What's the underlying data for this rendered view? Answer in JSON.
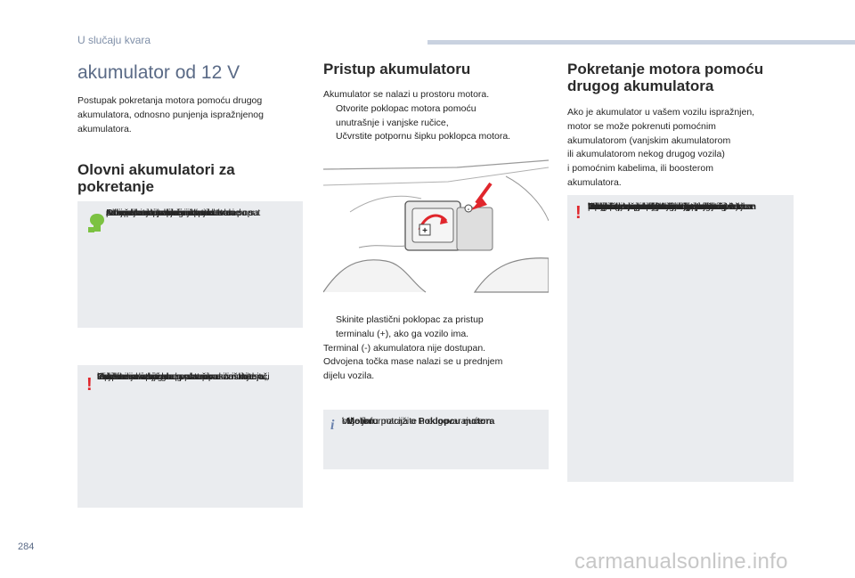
{
  "header": {
    "section": "U slučaju kvara"
  },
  "page_number": "284",
  "watermark": "carmanualsonline.info",
  "col1": {
    "title": "akumulator od 12 V",
    "intro": [
      "Postupak pokretanja motora pomoću drugog",
      "akumulatora, odnosno punjenja ispražnjenog",
      "akumulatora."
    ],
    "heading": [
      "Olovni akumulatori za",
      "pokretanje"
    ],
    "env_box": [
      "Akumulatori sadrže štetne tvari poput",
      "sumporne kiseline i olova.",
      "Oni se moraju zbrinjavati u skladu sa",
      "zakonskim propisima i nikako se ne",
      "smiju bacati u kućni otpad.",
      "Istrošene baterije i akumulatore",
      "odnesite na posebno mjesto za",
      "prikupljanje takvog otpada."
    ],
    "warn_box": [
      "Prije rukovanja akumulatorom zaštitite oči",
      "i lice.",
      "Prilikom svakog zahvata na akumulatoru,",
      "vozilo mora biti na prozračivanom mjestu,",
      "daleko od otvorenog plamena ili iskrenja,",
      "kako bi se izbjegla svaka opasnost od",
      "eksplozije i požara.",
      "Operite ruke nakon postupka."
    ]
  },
  "col2": {
    "heading": "Pristup akumulatoru",
    "intro": "Akumulator se nalazi u prostoru motora.",
    "bullets": [
      [
        "Otvorite poklopac motora pomoću",
        "unutrašnje i vanjske ručice,"
      ],
      [
        "Učvrstite potpornu šipku poklopca motora."
      ]
    ],
    "bullet_after": [
      "Skinite plastični poklopac za pristup",
      "terminalu (+), ako ga vozilo ima."
    ],
    "after_text": [
      "Terminal (-) akumulatora nije dostupan.",
      "Odvojena točka mase nalazi se u prednjem",
      "dijelu vozila."
    ],
    "info_prefix": "Više informacija o ",
    "info_bold1": "Poklopcu motora",
    "info_mid": "i ",
    "info_bold2": "Motoru",
    "info_suffix": " potražite u odgovarajućem",
    "info_last": "odjeljku.",
    "bullet_marker": "",
    "illustration_signs": {
      "plus": "+",
      "minus": "-"
    }
  },
  "col3": {
    "heading": [
      "Pokretanje motora pomoću",
      "drugog akumulatora"
    ],
    "intro": [
      "Ako je akumulator u vašem vozilu ispražnjen,",
      "motor se može pokrenuti pomoćnim",
      "akumulatorom (vanjskim akumulatorom",
      "ili akumulatorom nekog drugog vozila)",
      "i pomoćnim kabelima, ili boosterom",
      "akumulatora."
    ],
    "warn_box": [
      "Nikad ne pokrećite motor priključivanjem",
      "punjača akumulatora.",
      "Nikada ne upotrebljavajte punjač",
      "akumulatora od 24 V ili većeg napona.",
      "Prethodno provjerite je li pomoćni",
      "akumulator nazivnog napona od 12 V",
      "i minimalnog kapaciteta jednakog",
      "ispražnjenom akumulatoru.",
      "Vozila se ne smiju doticati.",
      "Isključite sve električne potrošače u oba",
      "vozila (autoradio, brisači, svjetla itd.).",
      "Osigurajte da pomoćni kabeli ne prolaze",
      "blizu pomičnih dijelova (ventilator, remen",
      "itd.).",
      "Ne odspajajte stezaljku (+) akumulatora",
      "dok motor radi."
    ]
  },
  "icons": {
    "warning": "!",
    "info": "i",
    "environment": "recycle-hand-icon"
  },
  "colors": {
    "accent": "#5a6a86",
    "warning": "#e0262c",
    "environment": "#7cc242",
    "box": "#eaecef"
  }
}
